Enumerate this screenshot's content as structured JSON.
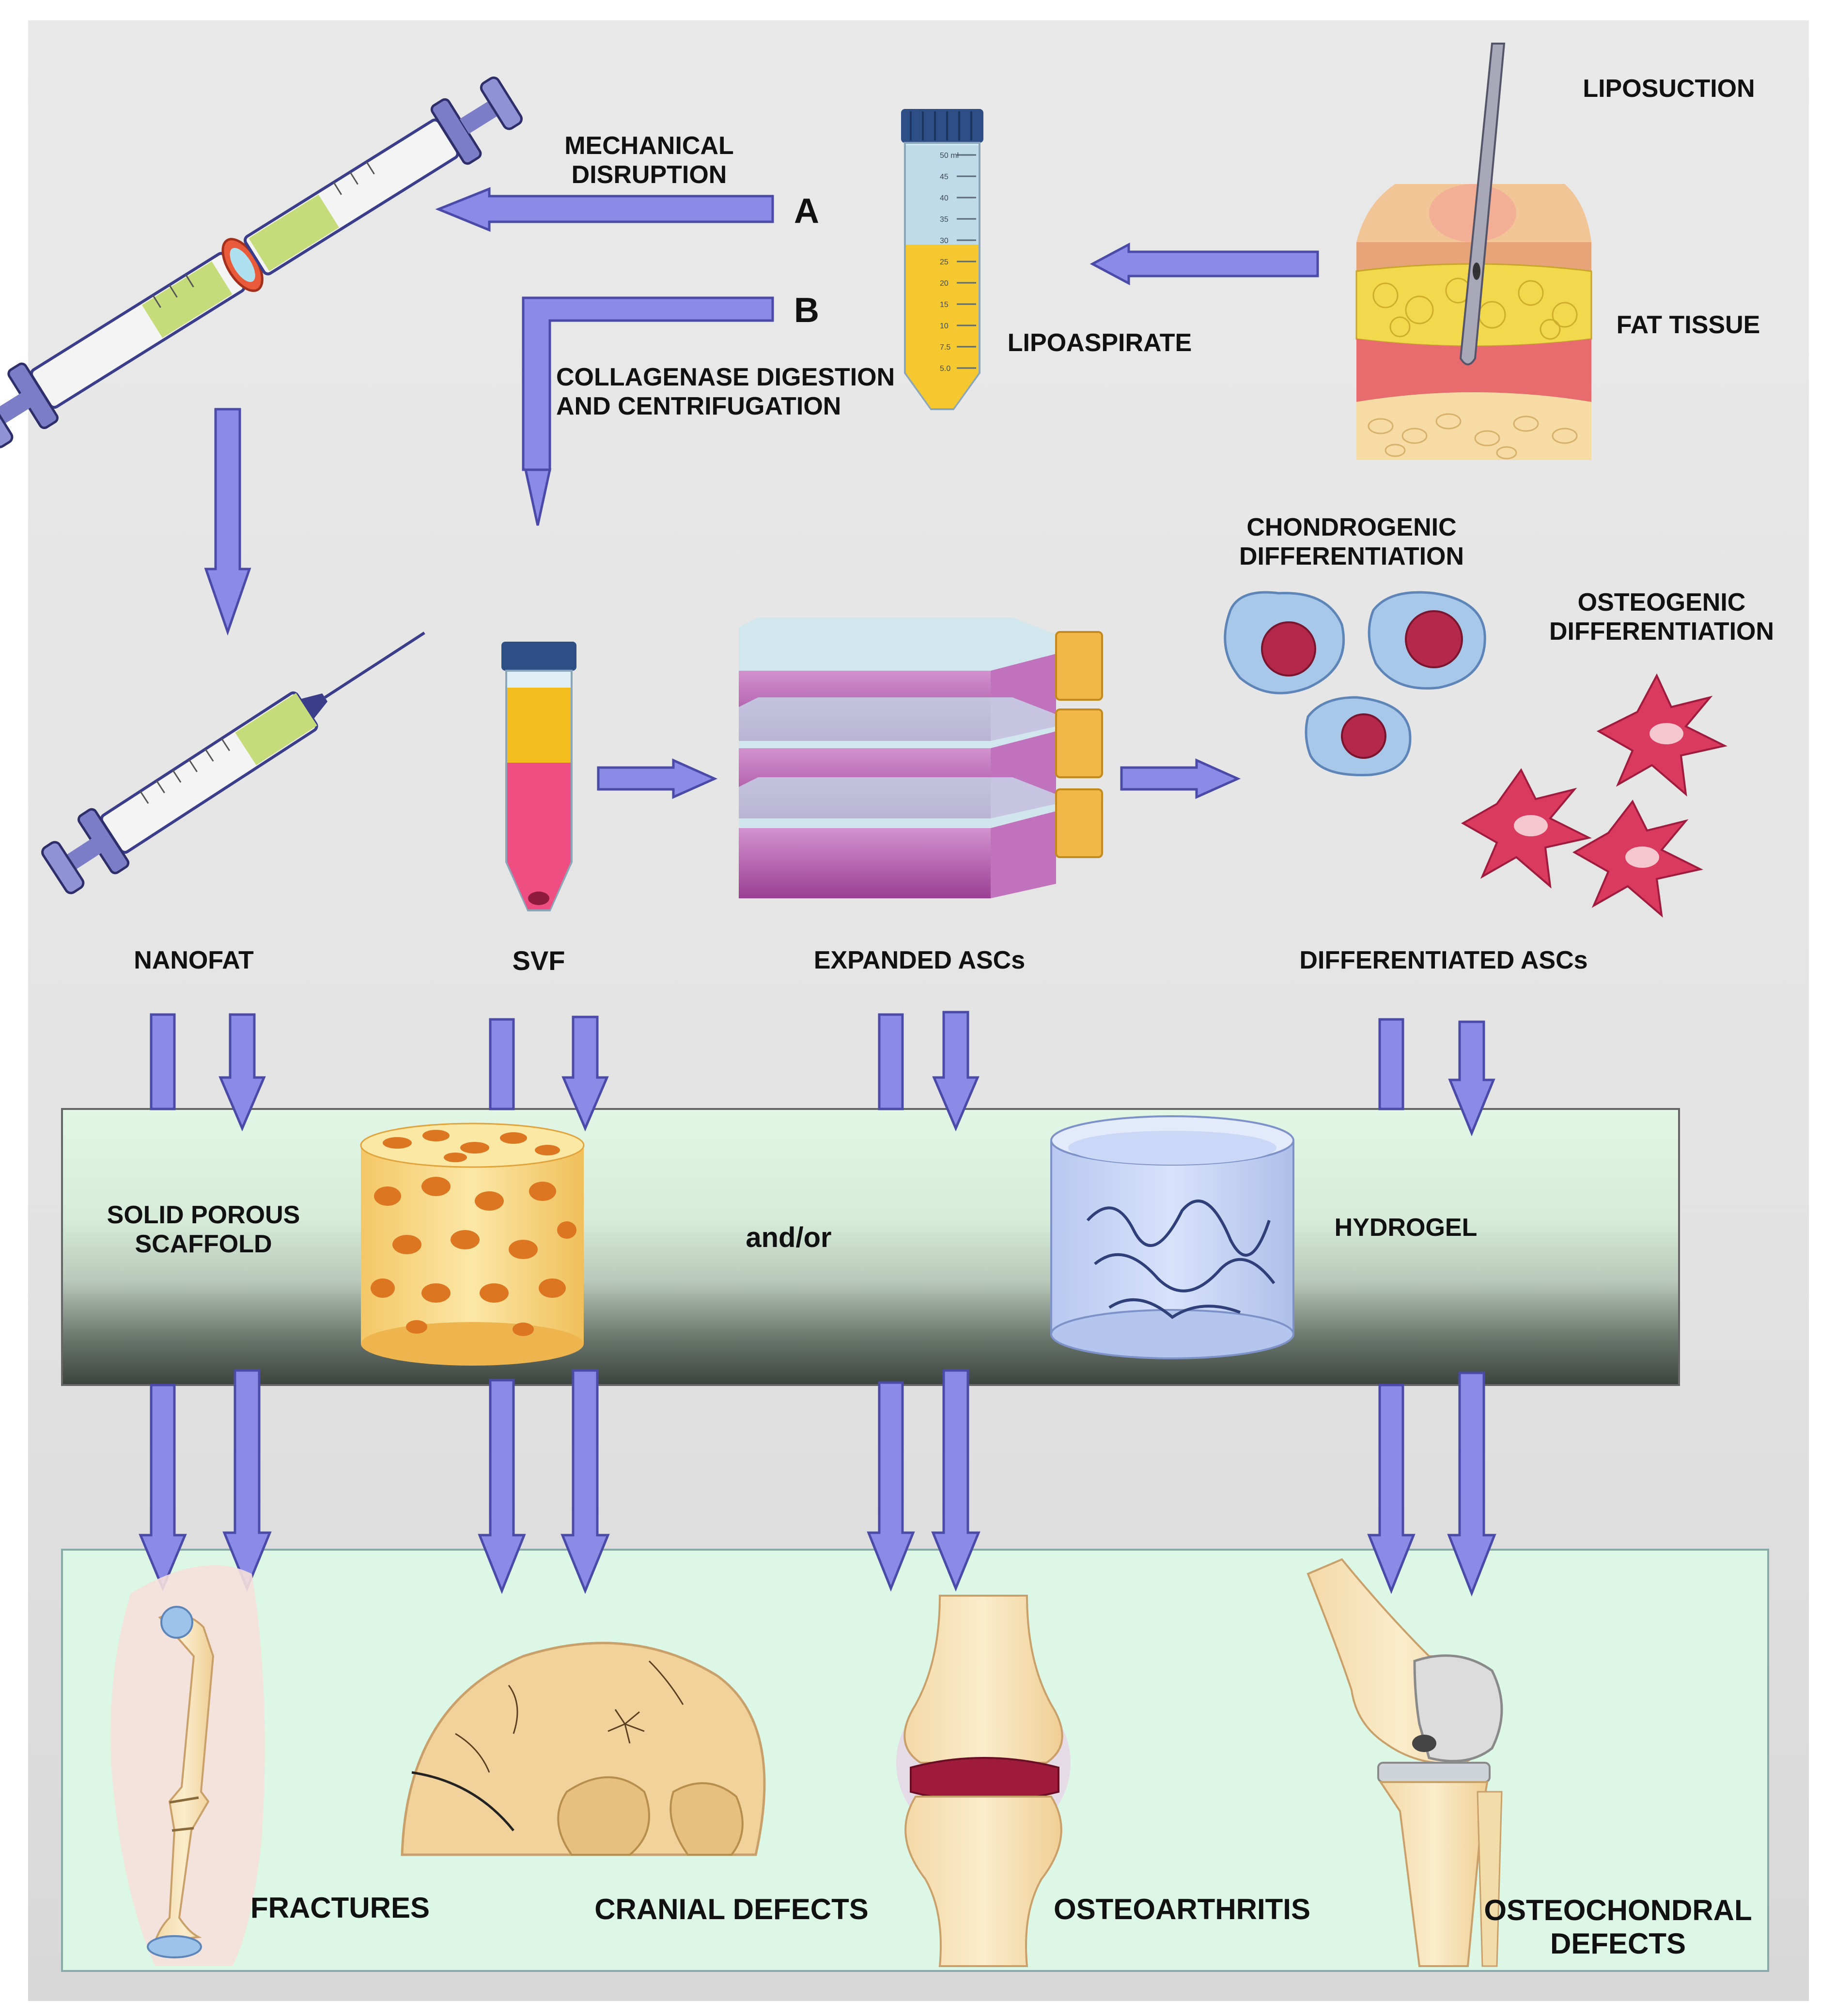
{
  "labels": {
    "liposuction": "LIPOSUCTION",
    "fat_tissue": "FAT TISSUE",
    "lipoaspirate": "LIPOASPIRATE",
    "mechanical_disruption": "MECHANICAL\nDISRUPTION",
    "route_a": "A",
    "route_b": "B",
    "collagenase": "COLLAGENASE DIGESTION\nAND CENTRIFUGATION",
    "chondrogenic": "CHONDROGENIC\nDIFFERENTIATION",
    "osteogenic": "OSTEOGENIC\nDIFFERENTIATION",
    "nanofat": "NANOFAT",
    "svf": "SVF",
    "expanded_ascs": "EXPANDED ASCs",
    "differentiated_ascs": "DIFFERENTIATED ASCs",
    "solid_porous_scaffold": "SOLID POROUS\nSCAFFOLD",
    "and_or": "and/or",
    "hydrogel": "HYDROGEL",
    "fractures": "FRACTURES",
    "cranial_defects": "CRANIAL DEFECTS",
    "osteoarthritis": "OSTEOARTHRITIS",
    "osteochondral_defects": "OSTEOCHONDRAL\nDEFECTS"
  },
  "tube_scale": [
    "50 ml",
    "45",
    "40",
    "35",
    "30",
    "25",
    "20",
    "15",
    "10",
    "7.5",
    "5.0"
  ],
  "colors": {
    "background": "#e9e9e9",
    "arrow_fill": "#8a8be6",
    "arrow_stroke": "#4a4aa8",
    "green_panel": "#dcf7e6",
    "fat_yellow": "#f2cf3a",
    "cell_red": "#c8274f",
    "flask_purple": "#b05aa8"
  }
}
